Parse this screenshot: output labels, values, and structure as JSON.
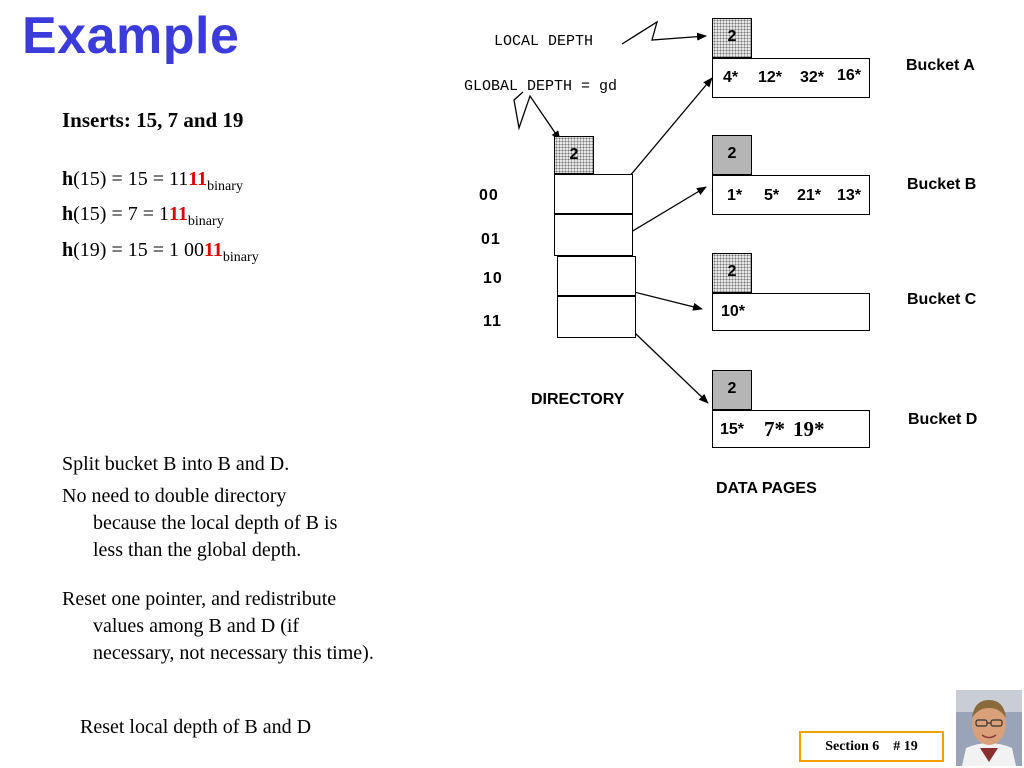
{
  "slide": {
    "title": "Example",
    "inserts": "Inserts: 15, 7 and 19",
    "hash_lines": [
      {
        "h": "h",
        "pre": "(15) = 15 = 11",
        "hi": "11",
        "sub": "binary"
      },
      {
        "h": "h",
        "pre": "(15) = 7 = 1",
        "hi": "11",
        "sub": "binary"
      },
      {
        "h": "h",
        "pre": "(19) = 15 = 1 00",
        "hi": "11",
        "sub": "binary"
      }
    ],
    "bullets": [
      {
        "first": "Split bucket B into B and D.",
        "rest": []
      },
      {
        "first": "No need to double directory",
        "rest": [
          "because the local depth of B is",
          "less than the global depth."
        ]
      },
      {
        "first": "Reset one pointer, and redistribute",
        "rest": [
          "values among B and D (if",
          "necessary, not necessary this time)."
        ]
      }
    ],
    "last_note": "Reset local depth of B and D",
    "footer": "Section 6    # 19"
  },
  "diagram": {
    "local_depth_label": "LOCAL DEPTH",
    "global_depth_label": "GLOBAL DEPTH = gd",
    "global_depth_value": "2",
    "directory_label": "DIRECTORY",
    "data_pages_label": "DATA PAGES",
    "directory_entries": [
      "00",
      "01",
      "10",
      "11"
    ],
    "buckets": [
      {
        "name": "Bucket A",
        "local_depth": "2",
        "entries": [
          "4*",
          "12*",
          "32*",
          "16*"
        ]
      },
      {
        "name": "Bucket B",
        "local_depth": "2",
        "entries": [
          "1*",
          "5*",
          "21*",
          "13*"
        ]
      },
      {
        "name": "Bucket C",
        "local_depth": "2",
        "entries": [
          "10*"
        ]
      },
      {
        "name": "Bucket D",
        "local_depth": "2",
        "entries": [
          "15*",
          "7*",
          "19*"
        ]
      }
    ]
  }
}
